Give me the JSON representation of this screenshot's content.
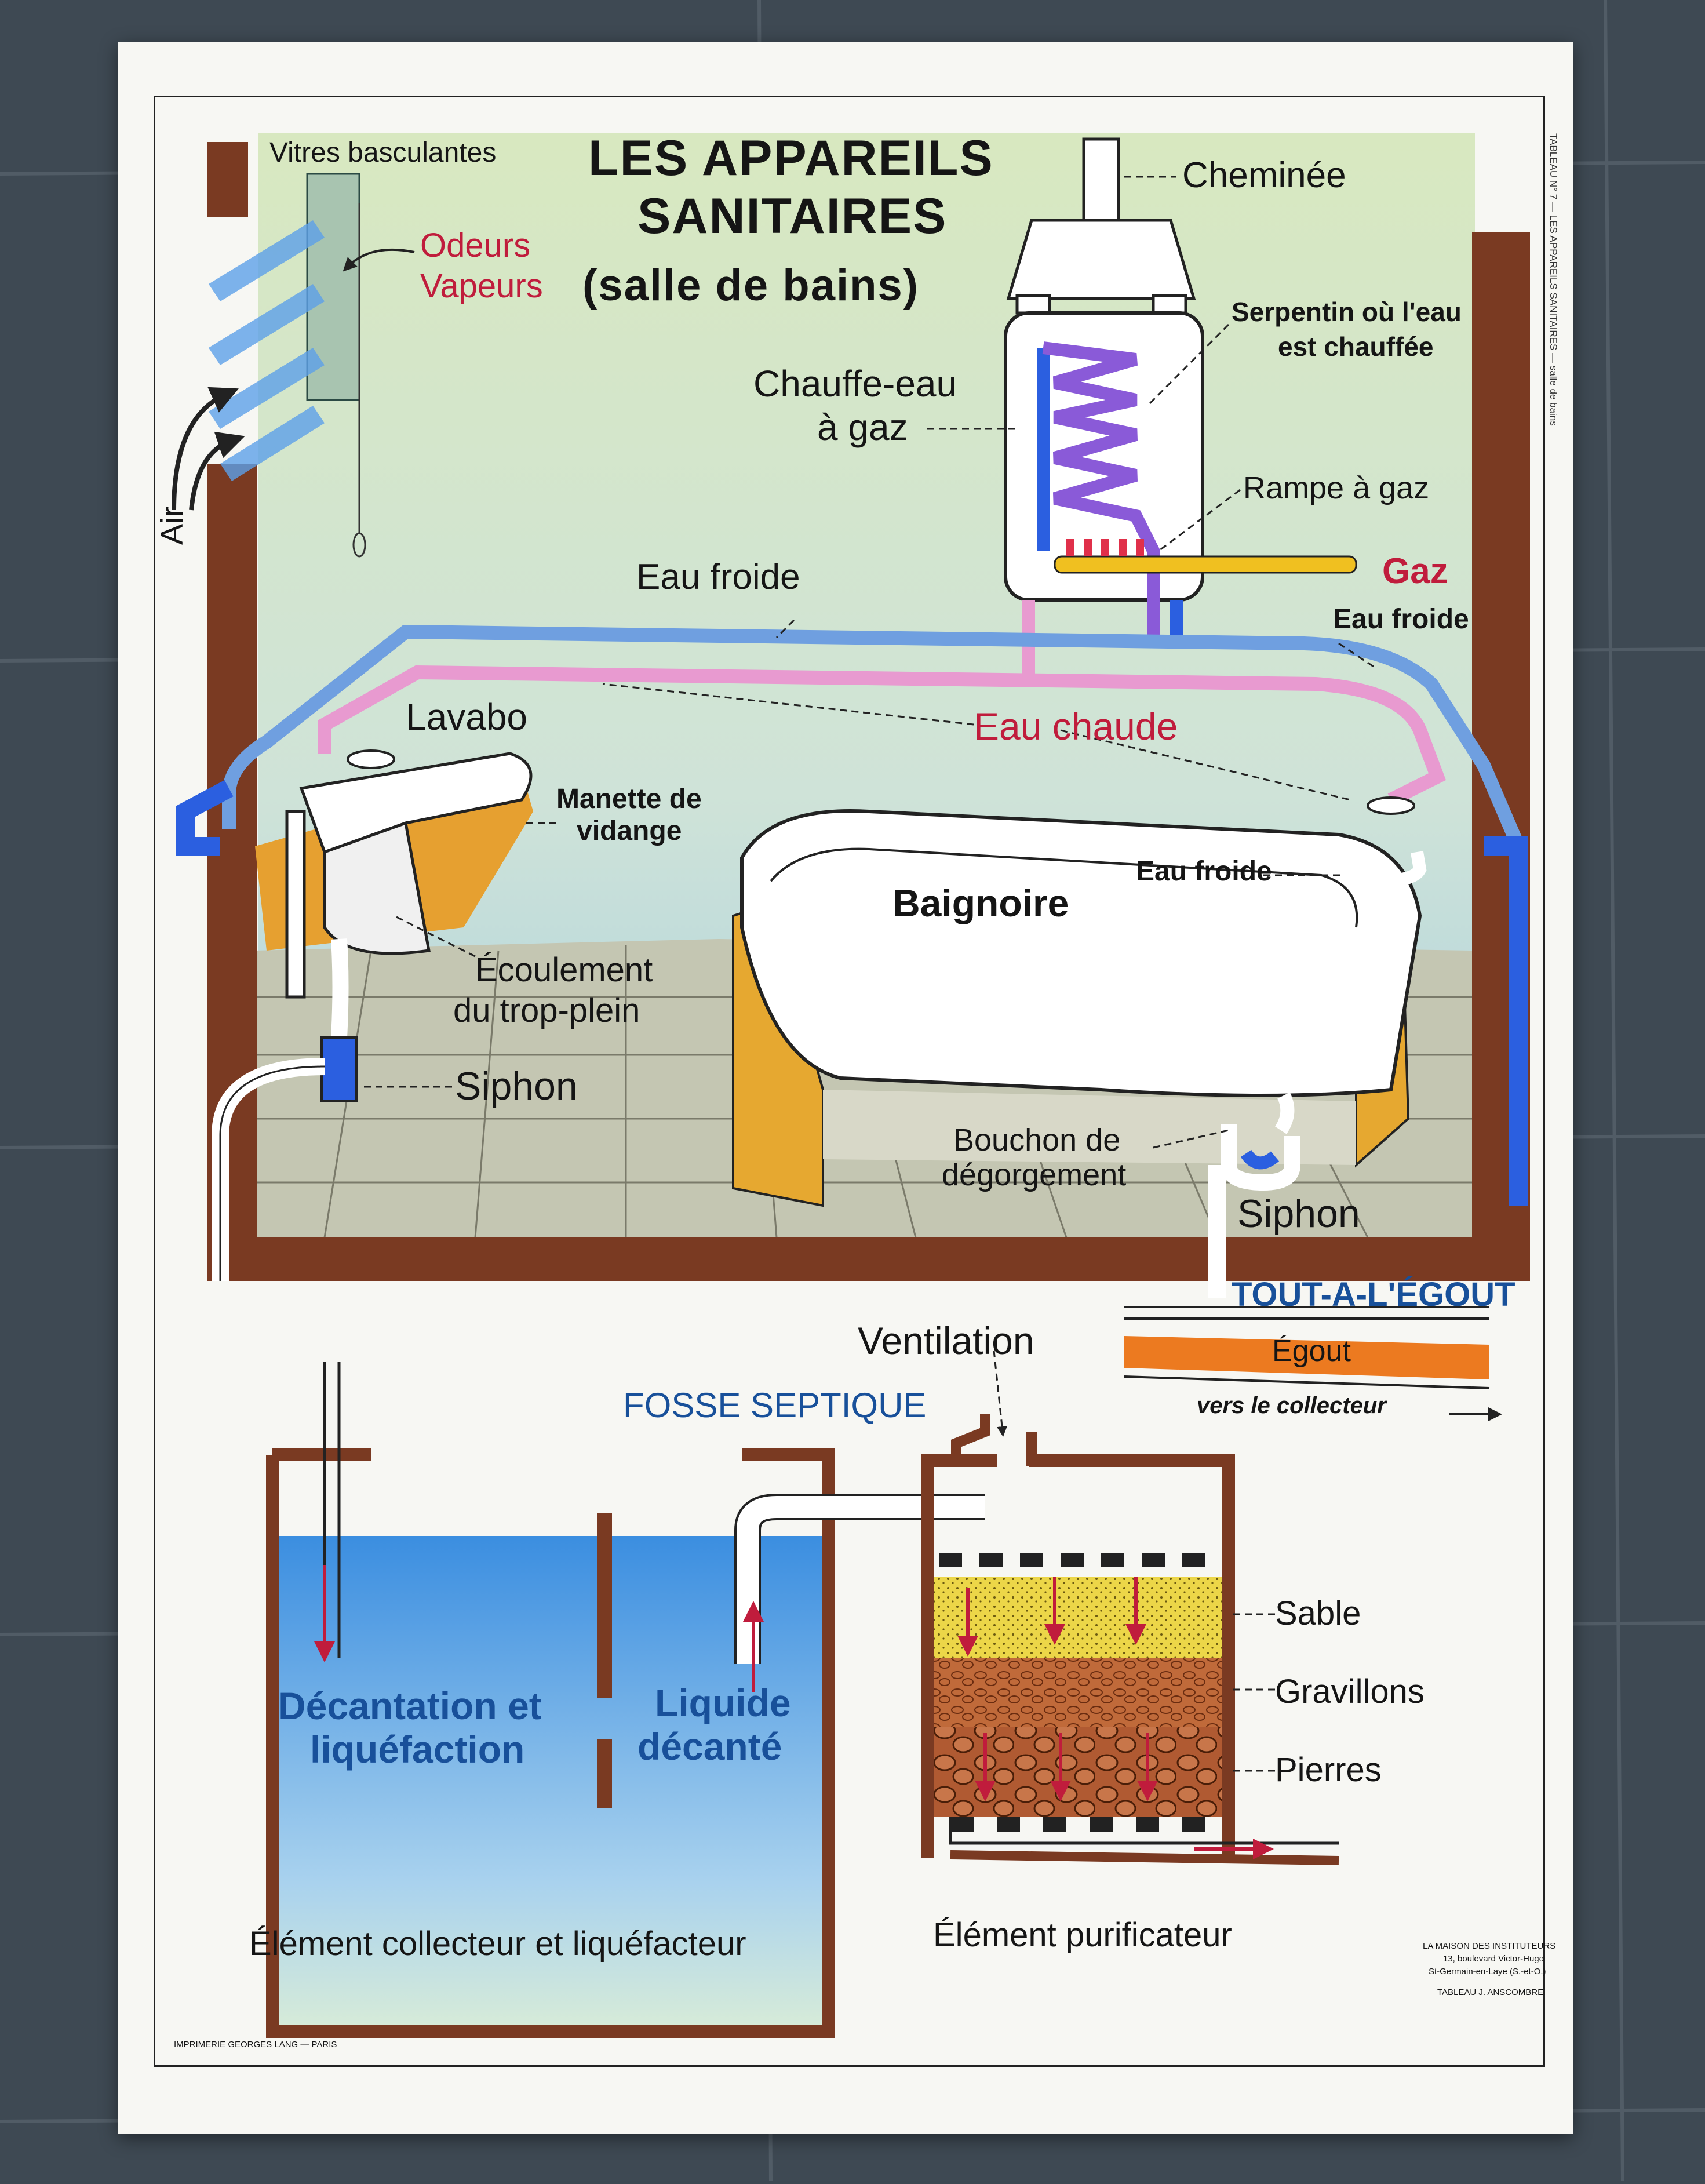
{
  "title": {
    "line1": "LES APPAREILS",
    "line2": "SANITAIRES",
    "line3": "(salle de bains)"
  },
  "labels": {
    "vitres": "Vitres basculantes",
    "odeurs": "Odeurs",
    "vapeurs": "Vapeurs",
    "air": "Air",
    "cheminee": "Cheminée",
    "serpentin1": "Serpentin où l'eau",
    "serpentin2": "est chauffée",
    "chauffe1": "Chauffe-eau",
    "chauffe2": "à gaz",
    "rampe": "Rampe à gaz",
    "gaz": "Gaz",
    "eau_froide_top": "Eau froide",
    "eau_froide_right": "Eau froide",
    "eau_chaude": "Eau chaude",
    "lavabo": "Lavabo",
    "manette1": "Manette de",
    "manette2": "vidange",
    "baignoire": "Baignoire",
    "eau_froide_bath": "Eau froide",
    "ecoulement1": "Écoulement",
    "ecoulement2": "du trop-plein",
    "siphon_left": "Siphon",
    "bouchon1": "Bouchon de",
    "bouchon2": "dégorgement",
    "siphon_right": "Siphon",
    "tout_egout": "TOUT-A-L'ÉGOUT",
    "egout": "Égout",
    "collecteur": "vers le collecteur",
    "ventilation": "Ventilation",
    "fosse": "FOSSE SEPTIQUE",
    "decantation1": "Décantation et",
    "decantation2": "liquéfaction",
    "liquide1": "Liquide",
    "liquide2": "décanté",
    "sable": "Sable",
    "gravillons": "Gravillons",
    "pierres": "Pierres",
    "element_collecteur": "Élément collecteur et  liquéfacteur",
    "element_purificateur": "Élément purificateur"
  },
  "credits": {
    "imprimerie": "IMPRIMERIE GEORGES LANG — PARIS",
    "maison1": "LA MAISON DES INSTITUTEURS",
    "maison2": "13, boulevard Victor-Hugo",
    "maison3": "St-Germain-en-Laye (S.-et-O.)",
    "tableau": "TABLEAU J. ANSCOMBRE",
    "side": "TABLEAU N° 7 — LES APPAREILS SANITAIRES — salle de bains"
  },
  "colors": {
    "cold": "#6f9fe0",
    "hot": "#e89ad0",
    "gas": "#f0c020",
    "red": "#c01c3c",
    "blue": "#18509a",
    "brick": "#7a3a22"
  }
}
